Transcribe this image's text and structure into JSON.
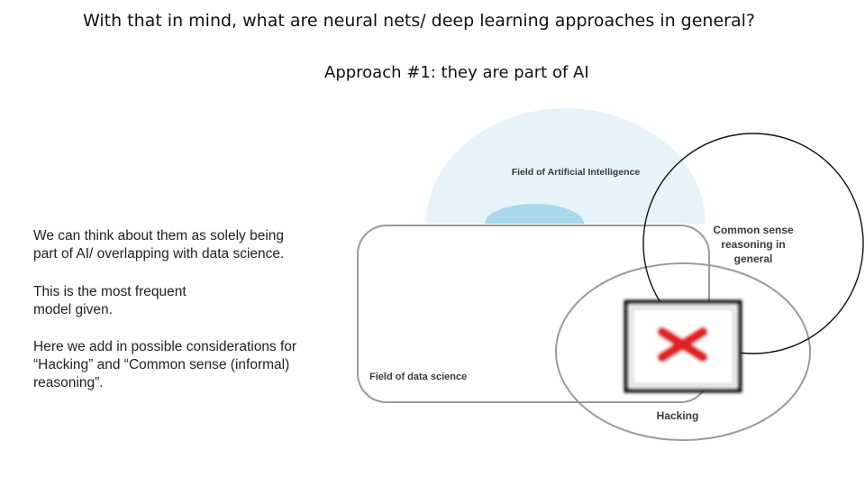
{
  "slide": {
    "title": "With that in mind, what are neural nets/ deep learning approaches in general?",
    "subtitle": "Approach #1: they are part of AI",
    "paragraphs": [
      "We can think about them as solely being\npart  of AI/ overlapping with data science.",
      "This is the most frequent\nmodel given.",
      "Here we add in possible considerations for\n“Hacking” and “Common sense (informal)\nreasoning”."
    ]
  },
  "diagram": {
    "labels": {
      "ai": "Field of Artificial Intelligence",
      "data_science": "Field of data science",
      "common_sense": [
        "Common sense",
        "reasoning in",
        "general"
      ],
      "hacking": "Hacking"
    },
    "colors": {
      "ai_outer": "#e6f4fa",
      "ai_inner": "#a8d8ea",
      "outline_gray": "#9a9a9a",
      "outline_black": "#111111",
      "broken_image_x": "#e02020"
    },
    "icons": [
      "broken-image-icon"
    ]
  }
}
